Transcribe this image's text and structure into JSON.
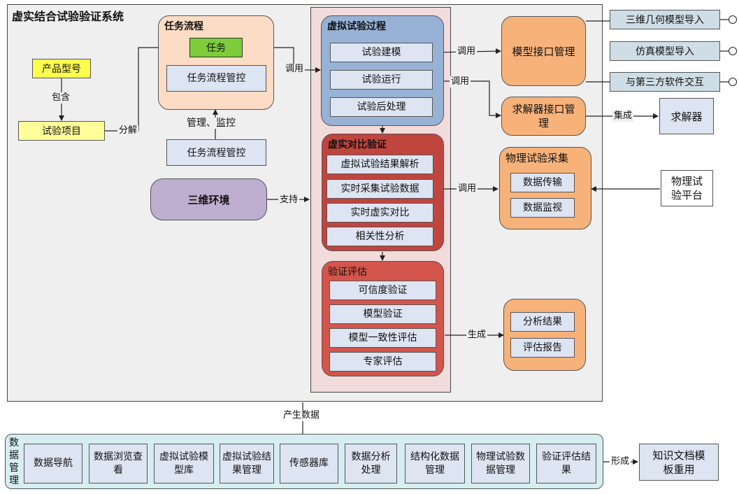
{
  "system": {
    "title": "虚实结合试验验证系统"
  },
  "left": {
    "product_model": "产品型号",
    "contains": "包含",
    "test_item": "试验项目",
    "decompose": "分解"
  },
  "task_flow": {
    "title": "任务流程",
    "task": "任务",
    "control_inner": "任务流程管控",
    "manage_monitor": "管理、监控",
    "control_outer": "任务流程管控"
  },
  "env_3d": {
    "label": "三维环境",
    "support": "支持"
  },
  "virtual_process": {
    "title": "虚拟试验过程",
    "items": [
      "试验建模",
      "试验运行",
      "试验后处理"
    ]
  },
  "virtual_real_compare": {
    "title": "虚实对比验证",
    "items": [
      "虚拟试验结果解析",
      "实时采集试验数据",
      "实时虚实对比",
      "相关性分析"
    ]
  },
  "verify_eval": {
    "title": "验证评估",
    "items": [
      "可信度验证",
      "模型验证",
      "模型一致性评估",
      "专家评估"
    ]
  },
  "edge_labels": {
    "call_in": "调用",
    "call_model": "调用",
    "call_solver": "调用",
    "call_physical": "调用",
    "integrate": "集成",
    "generate": "生成",
    "produce_data": "产生数据",
    "form": "形成"
  },
  "model_interface": {
    "label": "模型接口管理"
  },
  "solver_interface": {
    "label": "求解器接口管理"
  },
  "solver": {
    "label": "求解器"
  },
  "imports": [
    "三维几何模型导入",
    "仿真模型导入",
    "与第三方软件交互"
  ],
  "physical_collect": {
    "title": "物理试验采集",
    "items": [
      "数据传输",
      "数据监视"
    ]
  },
  "physical_platform": {
    "label": "物理试验平台"
  },
  "results": {
    "items": [
      "分析结果",
      "评估报告"
    ]
  },
  "data_management": {
    "title": "数据管理",
    "items": [
      "数据导航",
      "数据浏览查看",
      "虚拟试验模型库",
      "虚拟试验结果管理",
      "传感器库",
      "数据分析处理",
      "结构化数据管理",
      "物理试验数据管理",
      "验证评估结果"
    ]
  },
  "knowledge": {
    "label": "知识文档模板重用"
  },
  "colors": {
    "task_flow_bg": "#fcdcc4",
    "virtual_process_bg": "#97b2d5",
    "compare_bg": "#c0453e",
    "verify_bg": "#d4554b",
    "orange_bg": "#f7b27a",
    "env_bg": "#bfaed0",
    "data_bg": "#d6eef1"
  }
}
